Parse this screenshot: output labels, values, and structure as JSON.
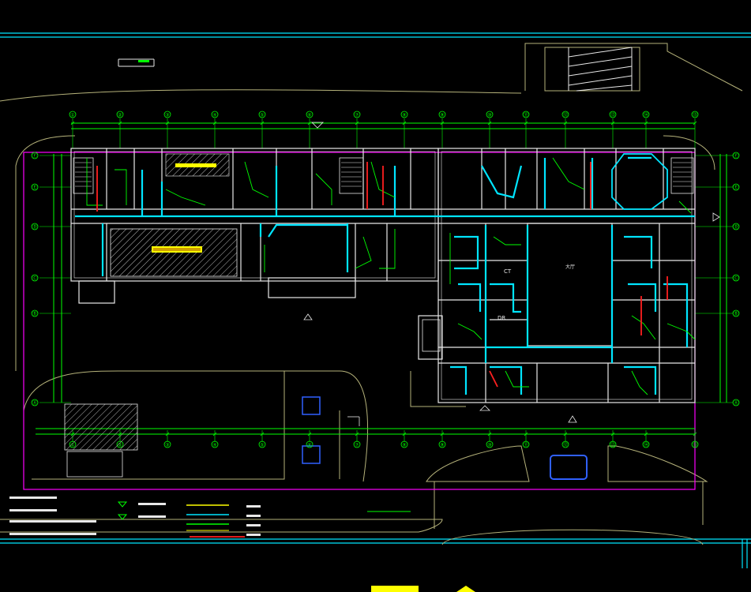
{
  "drawing": {
    "grid_columns": [
      "①",
      "②",
      "③",
      "④",
      "⑤",
      "⑥",
      "⑦",
      "⑧",
      "⑨",
      "⑩",
      "⑪",
      "⑫",
      "⑬",
      "⑭",
      "⑮"
    ],
    "grid_rows": [
      "Ⓕ",
      "Ⓔ",
      "Ⓓ",
      "Ⓒ",
      "Ⓑ",
      "Ⓐ"
    ],
    "rooms": {
      "ct": "CT",
      "dr": "DR",
      "hall": "大厅"
    },
    "colors": {
      "background": "#000000",
      "cyan": "#00e5ff",
      "green": "#00ff00",
      "magenta": "#ff00ff",
      "yellow": "#ffff00",
      "red": "#ff2020",
      "white": "#e8e8e8",
      "olive": "#b5b27a"
    }
  }
}
